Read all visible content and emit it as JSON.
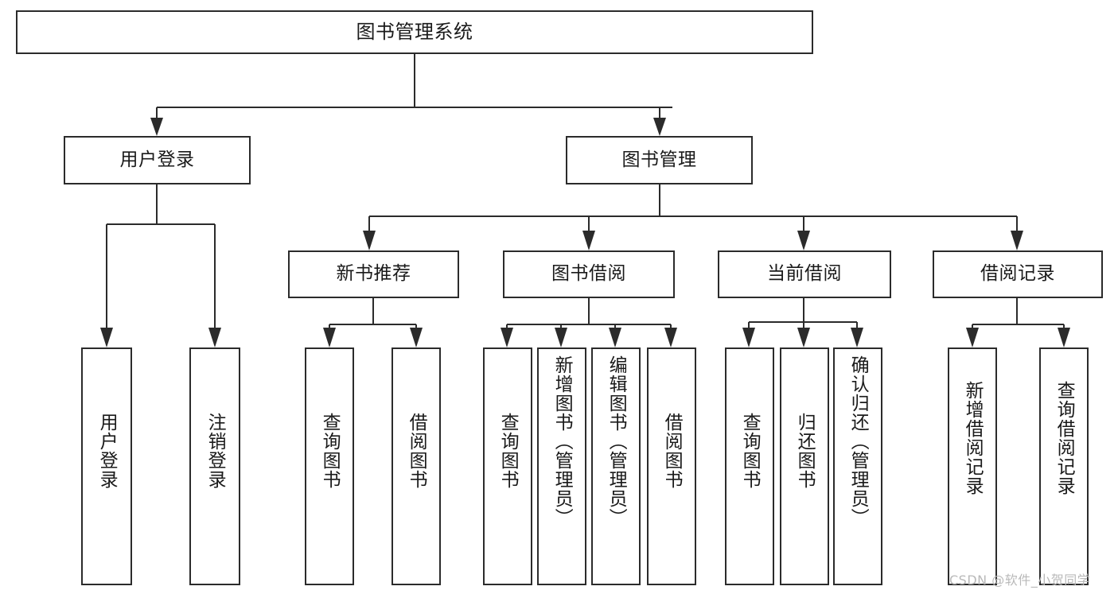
{
  "diagram": {
    "title": "图书管理系统",
    "type": "hierarchy-tree",
    "watermark": "CSDN @软件_小贺同学",
    "colors": {
      "stroke": "#2b2b2b",
      "fill": "#ffffff",
      "text": "#1a1a1a",
      "watermark": "#b9b9b9"
    },
    "levels": {
      "level0": [
        "图书管理系统"
      ],
      "level1": [
        "用户登录",
        "图书管理"
      ],
      "level2": [
        "新书推荐",
        "图书借阅",
        "当前借阅",
        "借阅记录"
      ],
      "level3": [
        "用户登录",
        "注销登录",
        "查询图书",
        "借阅图书",
        "查询图书",
        "新增图书（管理员）",
        "编辑图书（管理员）",
        "借阅图书",
        "查询图书",
        "归还图书",
        "确认归还（管理员）",
        "新增借阅记录",
        "查询借阅记录"
      ]
    },
    "nodes": {
      "root": {
        "label": "图书管理系统"
      },
      "user_login": {
        "label": "用户登录"
      },
      "book_mgmt": {
        "label": "图书管理"
      },
      "new_book_rec": {
        "label": "新书推荐"
      },
      "book_borrow": {
        "label": "图书借阅"
      },
      "current_borrow": {
        "label": "当前借阅"
      },
      "borrow_record": {
        "label": "借阅记录"
      },
      "leaf_user_login": {
        "label": "用户登录"
      },
      "leaf_user_logout": {
        "label": "注销登录"
      },
      "leaf_rec_query": {
        "label": "查询图书"
      },
      "leaf_rec_borrow": {
        "label": "借阅图书"
      },
      "leaf_borrow_query": {
        "label": "查询图书"
      },
      "leaf_borrow_add": {
        "label": "新增图书（管理员）"
      },
      "leaf_borrow_edit": {
        "label": "编辑图书（管理员）"
      },
      "leaf_borrow_do": {
        "label": "借阅图书"
      },
      "leaf_cur_query": {
        "label": "查询图书"
      },
      "leaf_cur_return": {
        "label": "归还图书"
      },
      "leaf_cur_confirm": {
        "label": "确认归还（管理员）"
      },
      "leaf_rec_add": {
        "label": "新增借阅记录"
      },
      "leaf_rec_query2": {
        "label": "查询借阅记录"
      }
    }
  }
}
